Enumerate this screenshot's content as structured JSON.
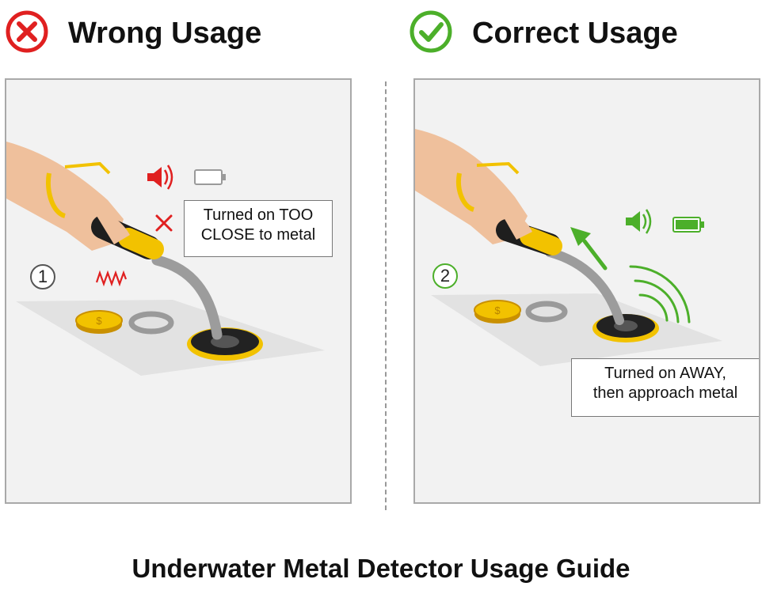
{
  "wrong": {
    "title": "Wrong Usage",
    "status_icon": "red-cross-circle-icon",
    "step": "1",
    "callout_line1": "Turned on TOO",
    "callout_line2": "CLOSE to metal",
    "battery": "empty",
    "signal": "erratic-zigzag"
  },
  "correct": {
    "title": "Correct Usage",
    "status_icon": "green-check-circle-icon",
    "step": "2",
    "callout_line1": "Turned on AWAY,",
    "callout_line2": "then approach metal",
    "battery": "full",
    "signal": "radiating-waves"
  },
  "footer": {
    "title": "Underwater Metal Detector Usage Guide"
  },
  "colors": {
    "red": "#e02020",
    "green": "#4caf2a",
    "yellow": "#f2c200",
    "panel": "#f2f2f2"
  }
}
